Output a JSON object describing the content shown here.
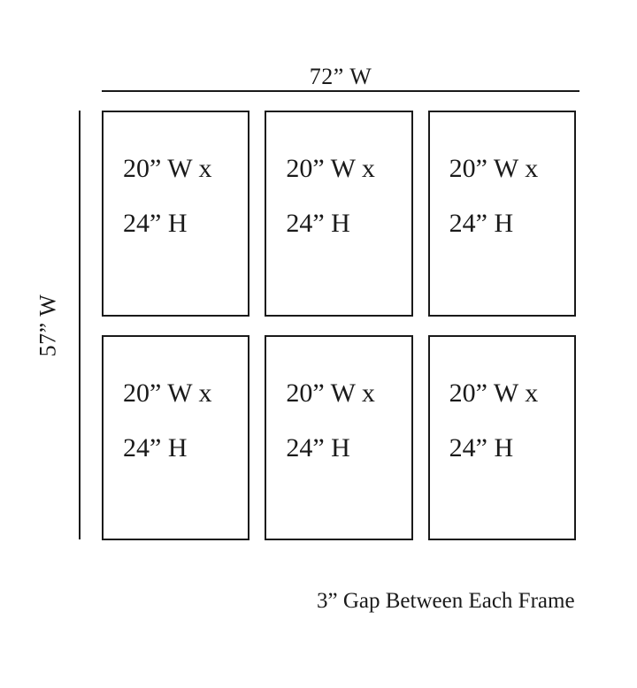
{
  "diagram": {
    "top_dimension_label": "72” W",
    "left_dimension_label": "57” W",
    "frames": [
      {
        "line1": "20” W x",
        "line2": "24” H"
      },
      {
        "line1": "20” W x",
        "line2": "24” H"
      },
      {
        "line1": "20” W x",
        "line2": "24” H"
      },
      {
        "line1": "20” W x",
        "line2": "24” H"
      },
      {
        "line1": "20” W x",
        "line2": "24” H"
      },
      {
        "line1": "20” W x",
        "line2": "24” H"
      }
    ],
    "gap_note": "3” Gap Between Each Frame",
    "line_color": "#1a1a1a",
    "frame_grid": {
      "columns": 3,
      "rows": 2
    }
  }
}
